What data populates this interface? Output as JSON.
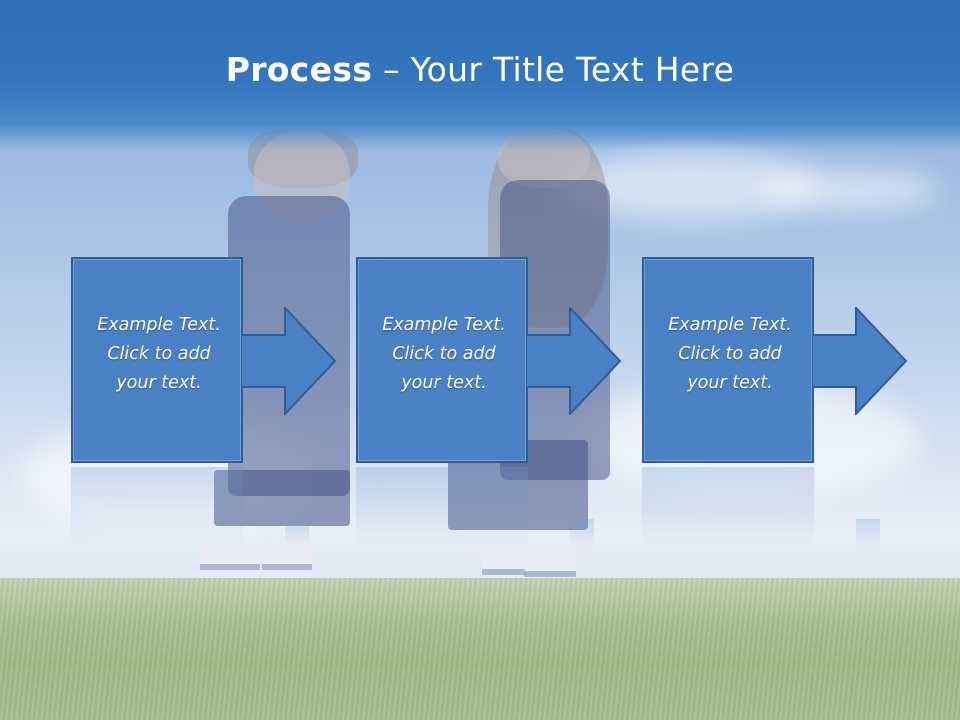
{
  "slide": {
    "title_bold": "Process",
    "title_rest": " – Your Title Text Here"
  },
  "steps": [
    {
      "line1": "Example Text.",
      "line2": "Click  to add",
      "line3": "your text."
    },
    {
      "line1": "Example Text.",
      "line2": "Click  to add",
      "line3": "your text."
    },
    {
      "line1": "Example Text.",
      "line2": "Click  to add",
      "line3": "your text."
    }
  ],
  "colors": {
    "title_bar": "#3476be",
    "step_fill": "#4a80c4",
    "step_border": "#2f5d98",
    "text": "#ffffff"
  }
}
